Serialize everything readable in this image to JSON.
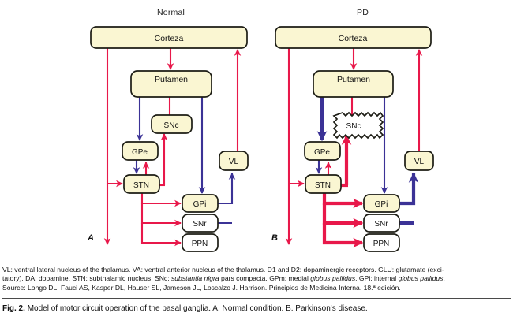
{
  "figure": {
    "panels": [
      {
        "id": "normal",
        "title": "Normal",
        "letter": "A",
        "nodes": {
          "cortex": "Corteza",
          "putamen": "Putamen",
          "snc": "SNc",
          "gpe": "GPe",
          "stn": "STN",
          "gpi": "GPi",
          "snr": "SNr",
          "ppn": "PPN",
          "vl": "VL"
        }
      },
      {
        "id": "pd",
        "title": "PD",
        "letter": "B",
        "nodes": {
          "cortex": "Corteza",
          "putamen": "Putamen",
          "snc": "SNc",
          "gpe": "GPe",
          "stn": "STN",
          "gpi": "GPi",
          "snr": "SNr",
          "ppn": "PPN",
          "vl": "VL"
        }
      }
    ],
    "colors": {
      "excitatory_red": "#e8184a",
      "inhibitory_blue": "#3b3296",
      "box_fill_yellow": "#faf6d2",
      "box_fill_white": "#ffffff",
      "box_stroke": "#1c1c14"
    }
  },
  "legend": {
    "line1_a": "VL: ventral lateral nucleus of the thalamus. VA: ventral anterior nucleus of the thalamus. D1 and D2: dopaminergic receptors. GLU: glutamate (exci-",
    "line2_a": "tatory). DA: dopamine. STN: subthalamic nucleus. SNc: ",
    "line2_i": "substantia nigra",
    "line2_b": " pars compacta. GPm: medial ",
    "line2_i2": "globus pallidus",
    "line2_c": ". GPi: internal ",
    "line2_i3": "globus pallidus",
    "line2_d": ".",
    "line3": "Source: Longo DL, Fauci AS, Kasper DL, Hauser SL, Jameson JL, Loscalzo J. Harrison. Principios de Medicina Interna. 18.ª edición."
  },
  "caption": {
    "label": "Fig. 2.",
    "text": "Model of motor circuit operation of the basal ganglia. A. Normal condition. B. Parkinson's disease."
  }
}
